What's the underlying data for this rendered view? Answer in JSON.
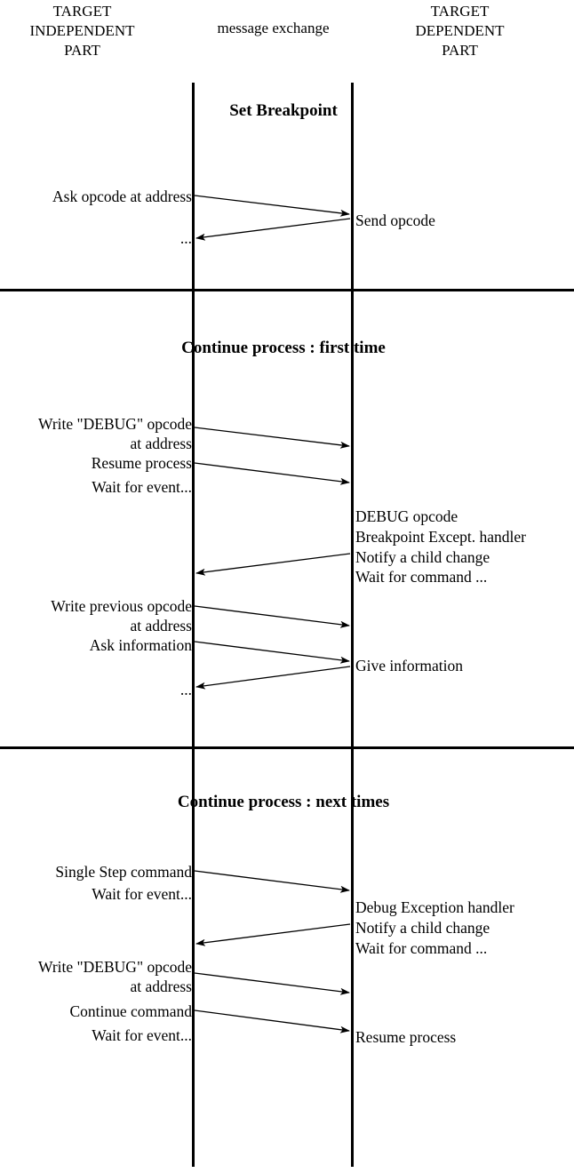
{
  "headers": {
    "left": "TARGET\nINDEPENDENT\nPART",
    "middle": "message exchange",
    "right": "TARGET\nDEPENDENT\nPART"
  },
  "colors": {
    "ink": "#000000",
    "background": "#ffffff"
  },
  "sections": [
    {
      "title": "Set Breakpoint",
      "messages": [
        {
          "side": "left",
          "text": "Ask opcode at address",
          "direction": "left-to-right"
        },
        {
          "side": "right",
          "text": "Send opcode",
          "direction": "right-to-left"
        },
        {
          "side": "left",
          "text": "...",
          "direction": "none"
        }
      ]
    },
    {
      "title": "Continue process : first time",
      "messages": [
        {
          "side": "left",
          "text": "Write \"DEBUG\" opcode\nat address",
          "direction": "left-to-right"
        },
        {
          "side": "left",
          "text": "Resume process",
          "direction": "left-to-right"
        },
        {
          "side": "left",
          "text": "Wait for event...",
          "direction": "none"
        },
        {
          "side": "right",
          "text": "DEBUG opcode",
          "direction": "none"
        },
        {
          "side": "right",
          "text": "Breakpoint Except. handler",
          "direction": "none"
        },
        {
          "side": "right",
          "text": "Notify a child change",
          "direction": "right-to-left"
        },
        {
          "side": "right",
          "text": "Wait for command ...",
          "direction": "none"
        },
        {
          "side": "left",
          "text": "Write previous opcode\nat address",
          "direction": "left-to-right"
        },
        {
          "side": "left",
          "text": "Ask information",
          "direction": "left-to-right"
        },
        {
          "side": "right",
          "text": "Give information",
          "direction": "right-to-left"
        },
        {
          "side": "left",
          "text": "...",
          "direction": "none"
        }
      ]
    },
    {
      "title": "Continue process : next times",
      "messages": [
        {
          "side": "left",
          "text": "Single Step command",
          "direction": "left-to-right"
        },
        {
          "side": "left",
          "text": "Wait for event...",
          "direction": "none"
        },
        {
          "side": "right",
          "text": "Debug Exception handler",
          "direction": "none"
        },
        {
          "side": "right",
          "text": "Notify a child change",
          "direction": "right-to-left"
        },
        {
          "side": "right",
          "text": "Wait for command ...",
          "direction": "none"
        },
        {
          "side": "left",
          "text": "Write \"DEBUG\" opcode\nat address",
          "direction": "left-to-right"
        },
        {
          "side": "left",
          "text": "Continue command",
          "direction": "left-to-right"
        },
        {
          "side": "left",
          "text": "Wait for event...",
          "direction": "none"
        },
        {
          "side": "right",
          "text": "Resume process",
          "direction": "none"
        }
      ]
    }
  ],
  "labels": {
    "s1_ask_opcode": "Ask opcode at address",
    "s1_send_opcode": "Send opcode",
    "s1_ellipsis": "...",
    "s1_title": "Set Breakpoint",
    "s2_title": "Continue process : first time",
    "s2_write_debug": "Write \"DEBUG\" opcode\nat address",
    "s2_resume": "Resume process",
    "s2_wait_event": "Wait for event...",
    "s2_debug_opcode": "DEBUG opcode",
    "s2_bp_handler": " Breakpoint Except. handler",
    "s2_notify": " Notify a child change",
    "s2_wait_cmd": "Wait for command ...",
    "s2_write_prev": "Write previous opcode\nat address",
    "s2_ask_info": "Ask information",
    "s2_give_info": "Give information",
    "s2_ellipsis": "...",
    "s3_title": "Continue process : next times",
    "s3_single_step": "Single Step command",
    "s3_wait_event1": "Wait for event...",
    "s3_debug_handler": "Debug Exception handler",
    "s3_notify": "Notify a child change",
    "s3_wait_cmd": "Wait for command ...",
    "s3_write_debug": "Write \"DEBUG\" opcode\nat address",
    "s3_continue_cmd": "Continue command",
    "s3_wait_event2": "Wait for event...",
    "s3_resume": "Resume process"
  }
}
